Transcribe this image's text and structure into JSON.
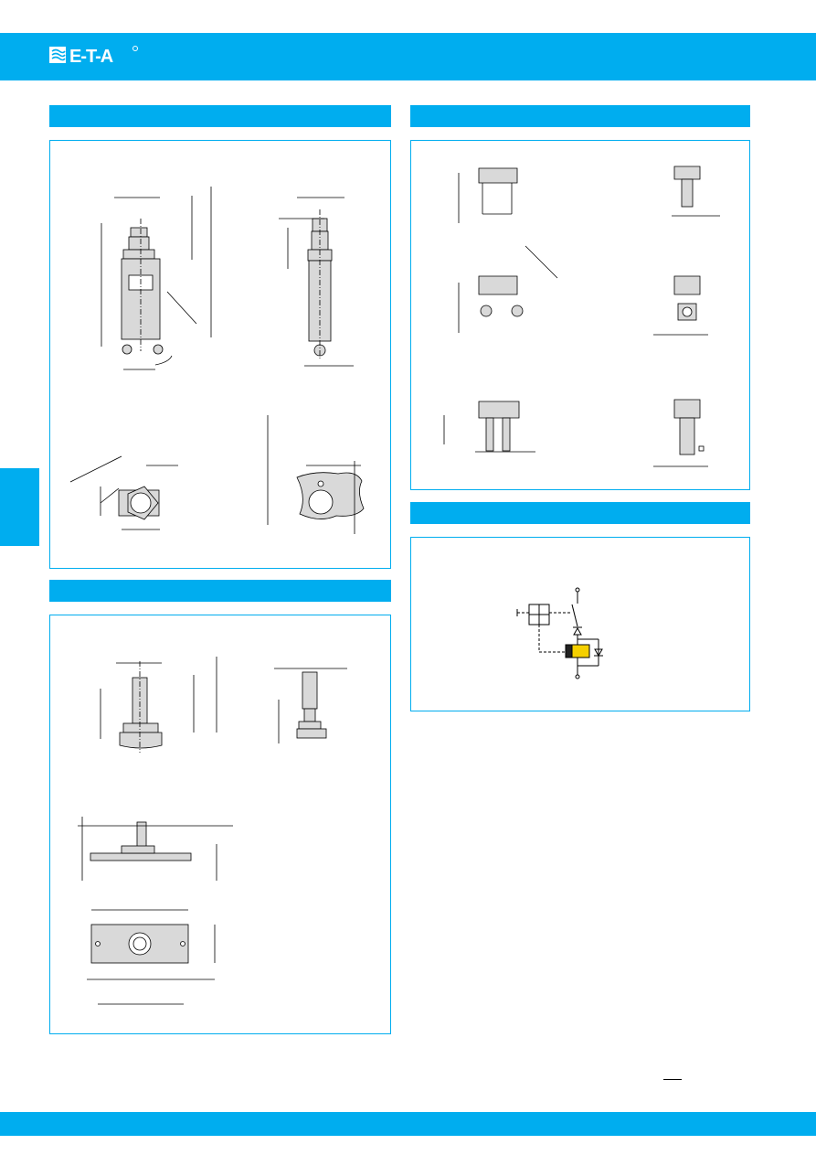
{
  "header": {
    "logo_text": "E-T-A",
    "brand_color": "#00adef"
  },
  "sections": [
    {
      "id": "dimensions-panel-mount"
    },
    {
      "id": "mounting-accessories"
    },
    {
      "id": "terminal-designs"
    },
    {
      "id": "schematic-diagram"
    }
  ],
  "colors": {
    "accent": "#00adef",
    "body_fill": "#d9d9d9",
    "coil": "#f5d000"
  }
}
